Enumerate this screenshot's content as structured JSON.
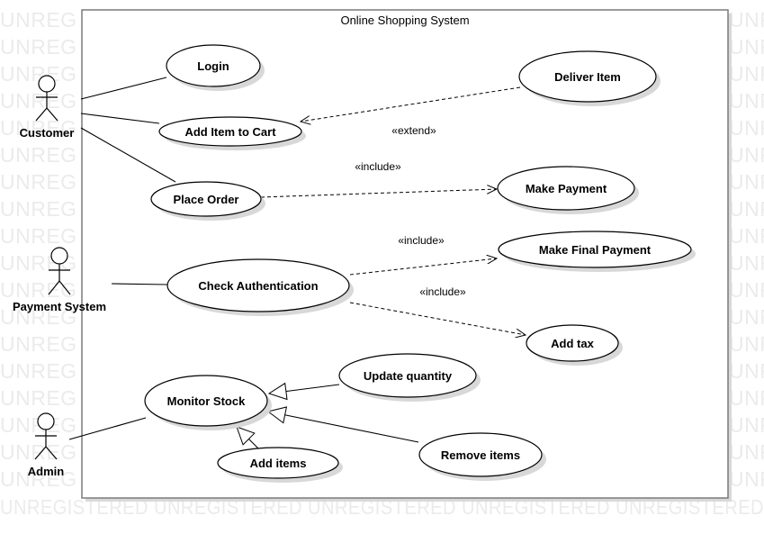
{
  "system": {
    "title": "Online Shopping System"
  },
  "watermark": {
    "text": "UNREGISTERED UNREGISTERED UNREGISTERED UNREGISTERED UNREGISTERED",
    "edge": "UNREG",
    "edge_right": "UNR"
  },
  "actors": {
    "customer": "Customer",
    "payment_system": "Payment System",
    "admin": "Admin"
  },
  "use_cases": {
    "login": "Login",
    "add_item_to_cart": "Add Item to Cart",
    "place_order": "Place Order",
    "deliver_item": "Deliver Item",
    "make_payment": "Make Payment",
    "check_authentication": "Check Authentication",
    "make_final_payment": "Make Final Payment",
    "add_tax": "Add tax",
    "monitor_stock": "Monitor Stock",
    "update_quantity": "Update quantity",
    "add_items": "Add items",
    "remove_items": "Remove items"
  },
  "relations": {
    "extend": "«extend»",
    "include_payment": "«include»",
    "include_final": "«include»",
    "include_tax": "«include»"
  }
}
